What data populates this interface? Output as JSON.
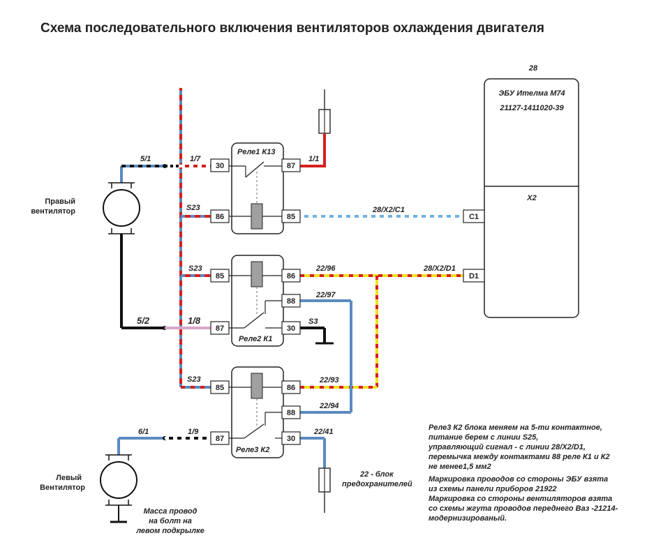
{
  "title": "Схема последовательного включения вентиляторов охлаждения двигателя",
  "ecu": {
    "number": "28",
    "name": "ЭБУ Ителма М74",
    "part": "21127-1411020-39",
    "connector": "X2",
    "pin_c1": "C1",
    "pin_d1": "D1"
  },
  "fans": {
    "right_line1": "Правый",
    "right_line2": "вентилятор",
    "left_line1": "Левый",
    "left_line2": "Вентилятор"
  },
  "relays": {
    "k13": {
      "label": "Реле1 К13",
      "pins": [
        "30",
        "87",
        "86",
        "85"
      ]
    },
    "k1": {
      "label": "Реле2 К1",
      "pins": [
        "85",
        "86",
        "88",
        "87",
        "30"
      ]
    },
    "k2": {
      "label": "Реле3  К2",
      "pins": [
        "85",
        "86",
        "88",
        "87",
        "30"
      ]
    }
  },
  "wire_labels": {
    "w5_1": "5/1",
    "w1_7": "1/7",
    "w1_1": "1/1",
    "s23_a": "S23",
    "w28x2c1": "28/X2/C1",
    "s23_b": "S23",
    "w22_96": "22/96",
    "w28x2d1": "28/X2/D1",
    "w22_97": "22/97",
    "w5_2": "5/2",
    "w1_8": "1/8",
    "s3": "S3",
    "s23_c": "S23",
    "w22_93": "22/93",
    "w22_94": "22/94",
    "w6_1": "6/1",
    "w1_9": "1/9",
    "w22_41": "22/41"
  },
  "fuse_block": {
    "line1": "22 - блок",
    "line2": "предохранителей"
  },
  "ground_note": {
    "line1": "Масса провод",
    "line2": "на болт на",
    "line3": "левом подкрылке"
  },
  "notes": {
    "n1": "Реле3 К2 блока меняем на 5-ти контактное,",
    "n2": "питание берем с линии S25,",
    "n3": "управляющий сигнал - с линии 28/X2/D1,",
    "n4": "перемычка между контактами 88 реле К1 и К2",
    "n5": "не менее1,5 мм2",
    "n6": "Маркировка проводов со стороны ЭБУ взята",
    "n7": "из схемы панели приборов 21922",
    "n8": "Маркировка со стороны вентиляторов взята",
    "n9": "со схемы жгута проводов переднего Ваз -21214-",
    "n10": "модернизированый."
  },
  "colors": {
    "red": "#d42020",
    "blue": "#5a8bc0",
    "light_blue": "#6fb3e0",
    "yellow": "#f0e020",
    "pink": "#d7a6c8",
    "black": "#111111",
    "gray_bar": "#a0a0a0"
  }
}
